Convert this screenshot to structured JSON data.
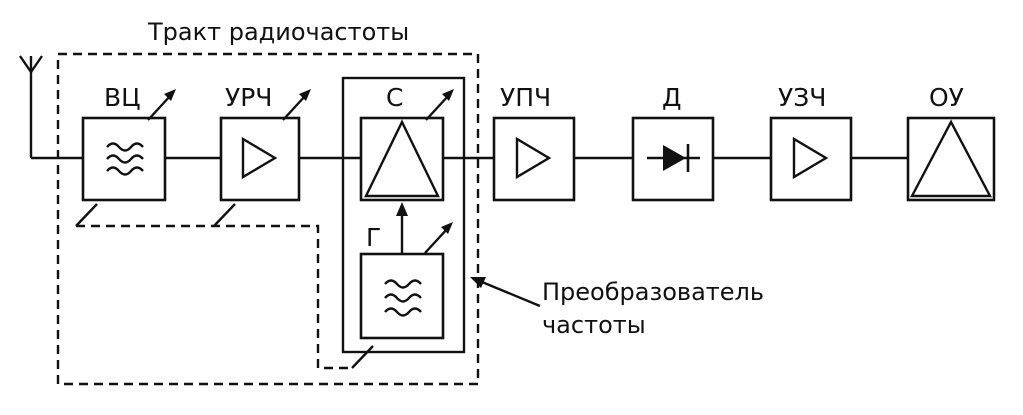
{
  "diagram": {
    "title": "Тракт радиочастоты",
    "converter_label_line1": "Преобразователь",
    "converter_label_line2": "частоты",
    "blocks": {
      "vc": "ВЦ",
      "urch": "УРЧ",
      "mixer": "С",
      "oscillator": "Г",
      "upch": "УПЧ",
      "detector": "Д",
      "uzch": "УЗЧ",
      "output": "ОУ"
    }
  }
}
